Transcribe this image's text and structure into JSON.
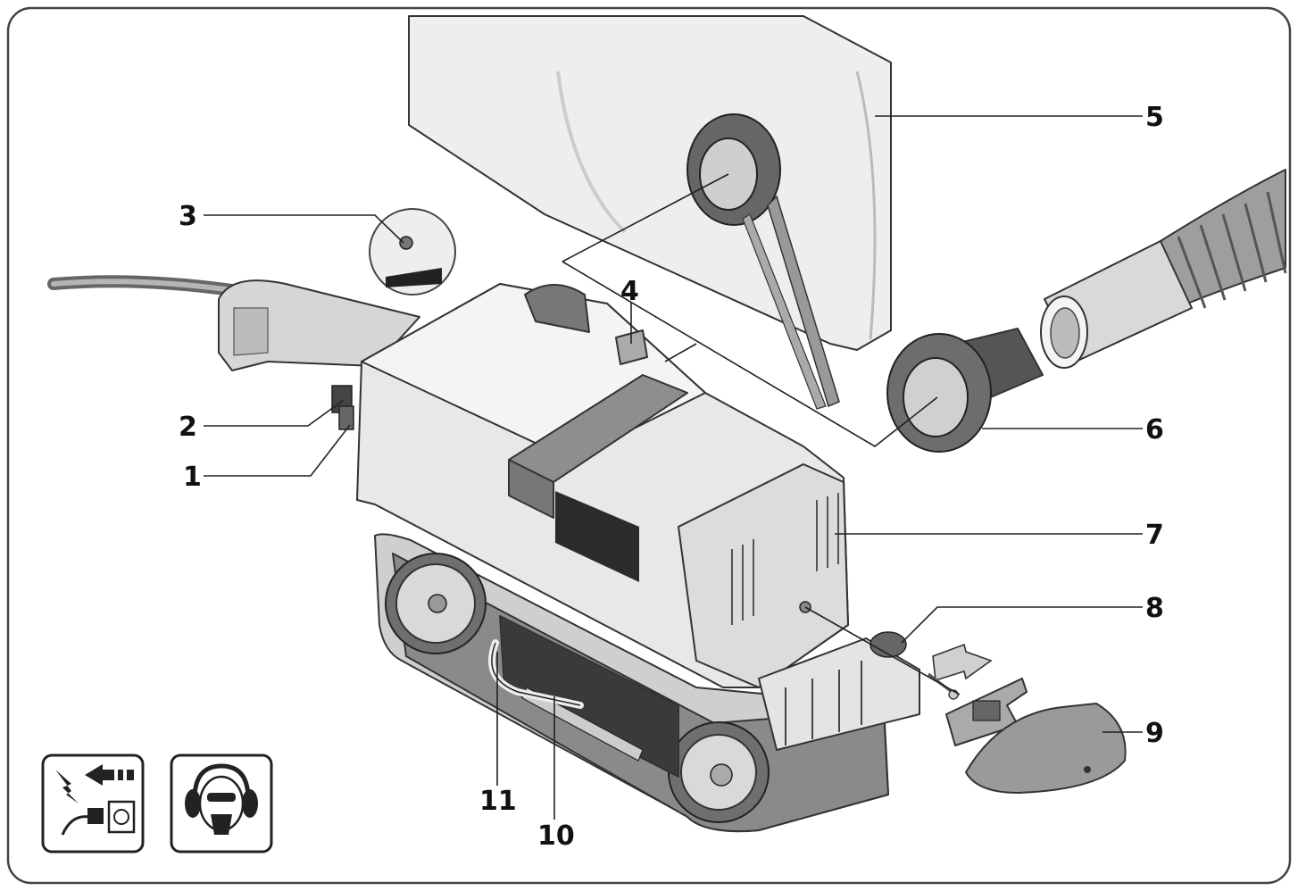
{
  "callouts": [
    "1",
    "2",
    "3",
    "4",
    "5",
    "6",
    "7",
    "8",
    "9",
    "10",
    "11"
  ],
  "icons": [
    "unplug-before-service-icon",
    "wear-ear-and-respiratory-protection-icon"
  ],
  "colors": {
    "frame": "#444444",
    "tool_body": "#e8e8e8",
    "tool_shade": "#bdbdbd",
    "band": "#8a8a8a",
    "dark": "#333333",
    "bag": "#eeeeee"
  }
}
